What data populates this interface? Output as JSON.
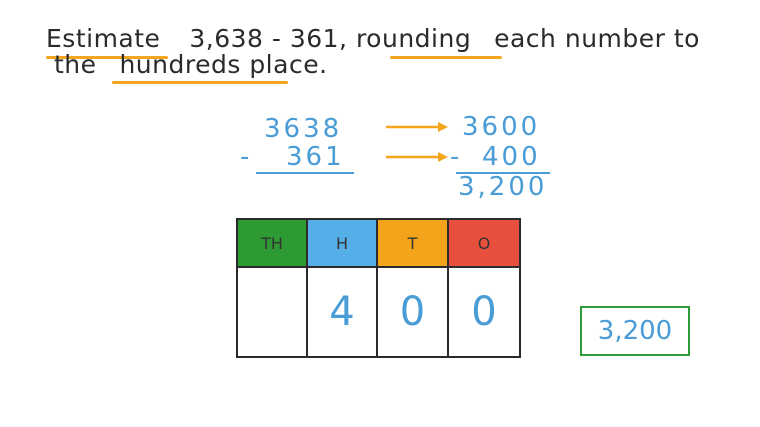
{
  "prompt": {
    "word_estimate": "Estimate",
    "expression": "3,638 - 361,",
    "word_rounding": "rounding",
    "rest_line1": "each number to",
    "word_the": "the",
    "word_hundreds": "hundreds",
    "word_place": "place."
  },
  "calculation": {
    "original_top": "3638",
    "original_bottom_sign": "-",
    "original_bottom": "361",
    "rounded_top": "3600",
    "rounded_bottom_sign": "-",
    "rounded_bottom": "400",
    "result": "3,200"
  },
  "place_value_table": {
    "headers": [
      {
        "label": "TH",
        "color": "#2e9a33"
      },
      {
        "label": "H",
        "color": "#55aee8"
      },
      {
        "label": "T",
        "color": "#f4a41a"
      },
      {
        "label": "O",
        "color": "#e8503e"
      }
    ],
    "values": [
      "",
      "4",
      "0",
      "0"
    ]
  },
  "answer": "3,200",
  "colors": {
    "highlight": "#f4a61d",
    "digits": "#4a9cd6",
    "answer_border": "#2f9a3a"
  }
}
